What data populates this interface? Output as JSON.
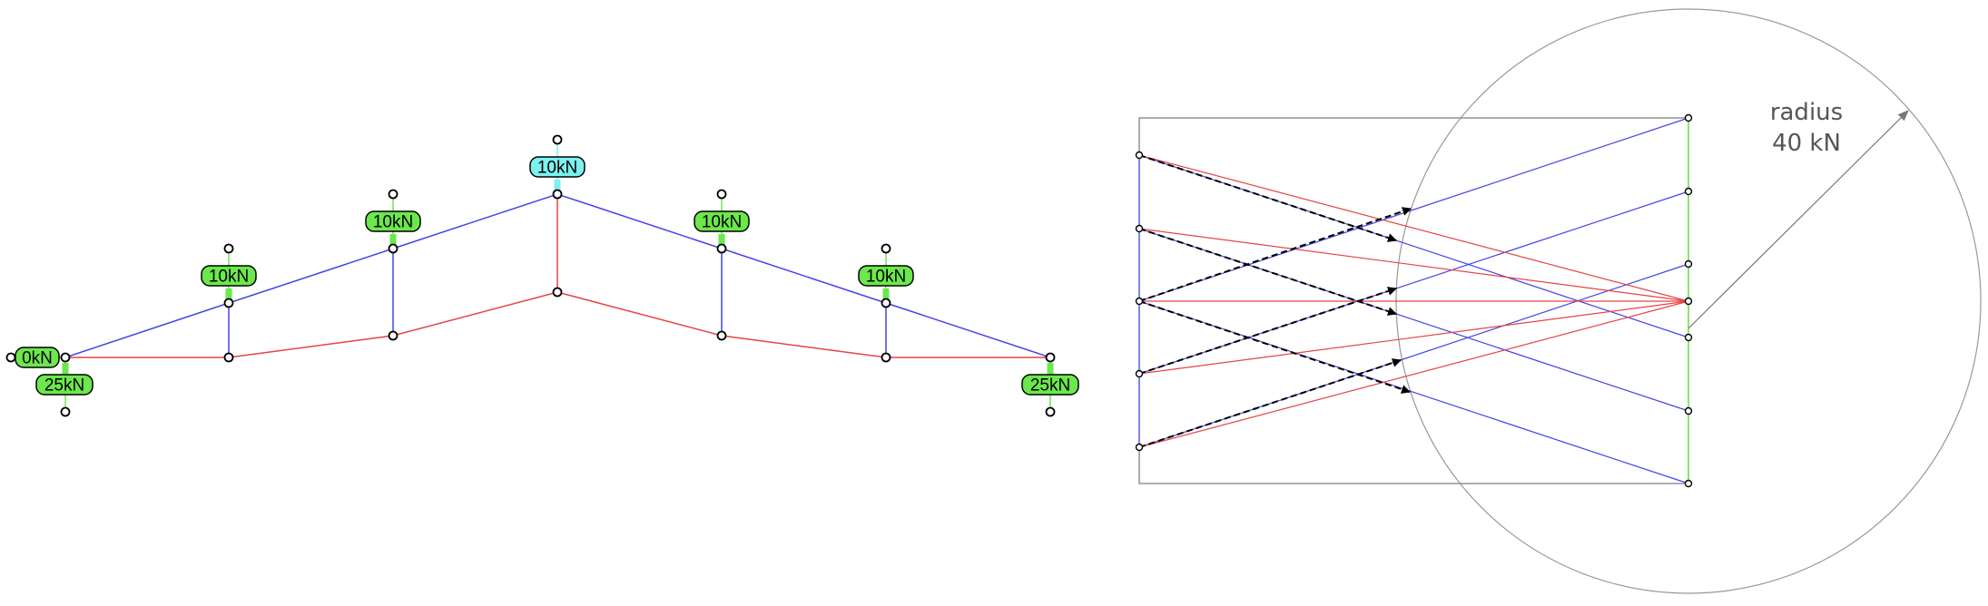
{
  "truss": {
    "loads": [
      {
        "label": "0kN",
        "color": "#6be84b"
      },
      {
        "label": "25kN",
        "color": "#6be84b"
      },
      {
        "label": "10kN",
        "color": "#6be84b"
      },
      {
        "label": "10kN",
        "color": "#6be84b"
      },
      {
        "label": "10kN",
        "color": "#7df0f0"
      },
      {
        "label": "10kN",
        "color": "#6be84b"
      },
      {
        "label": "10kN",
        "color": "#6be84b"
      },
      {
        "label": "25kN",
        "color": "#6be84b"
      }
    ],
    "colors": {
      "compression": "#4444e6",
      "tension": "#e64444",
      "load": "#6be84b",
      "selected": "#7df0f0"
    }
  },
  "force_diagram": {
    "radius_label_line1": "radius",
    "radius_label_line2": "40 kN",
    "colors": {
      "frame": "#777777",
      "circle": "#999999",
      "arrow": "#777777"
    }
  }
}
